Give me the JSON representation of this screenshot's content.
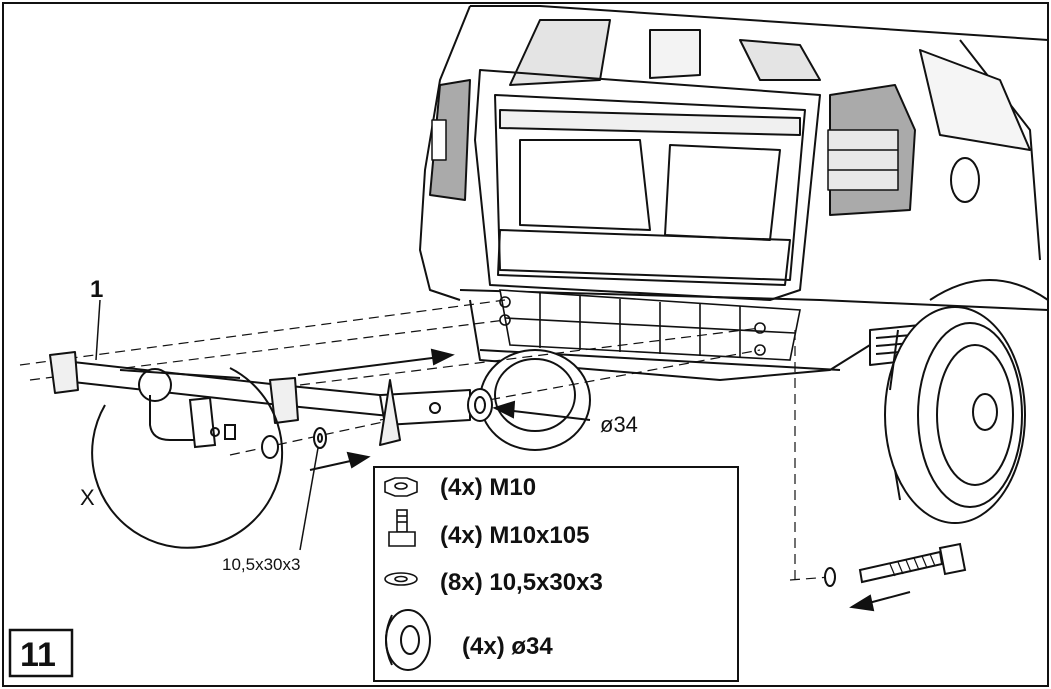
{
  "step_number": "11",
  "callouts": {
    "part_number": "1",
    "detail": "X",
    "washer_size": "10,5x30x3",
    "large_washer_diameter": "ø34"
  },
  "parts_list": [
    {
      "icon": "nut-icon",
      "text": "(4x) M10"
    },
    {
      "icon": "bolt-icon",
      "text": "(4x) M10x105"
    },
    {
      "icon": "washer-icon",
      "text": "(8x) 10,5x30x3"
    },
    {
      "icon": "large-washer-icon",
      "text": "(4x) ø34"
    }
  ]
}
